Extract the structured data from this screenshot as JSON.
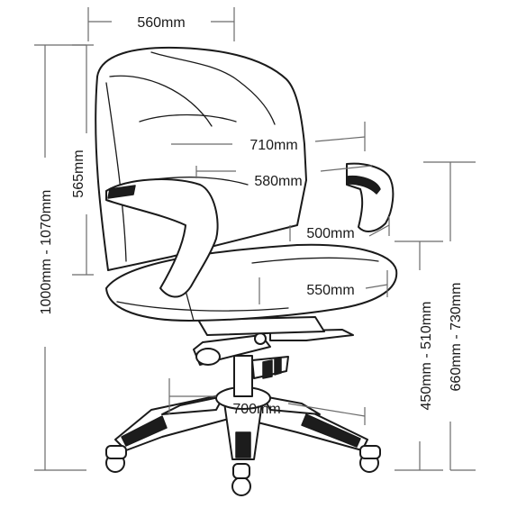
{
  "dimensions": {
    "width_top": "560mm",
    "backrest_height": "565mm",
    "overall_height": "1000mm - 1070mm",
    "arm_width": "710mm",
    "seat_back_width": "580mm",
    "seat_depth": "500mm",
    "seat_width": "550mm",
    "base_diameter": "700mm",
    "seat_height": "450mm - 510mm",
    "arm_height": "660mm - 730mm"
  },
  "colors": {
    "outline": "#1a1a1a",
    "dimension_line": "#6b6b6b",
    "background": "#ffffff"
  }
}
